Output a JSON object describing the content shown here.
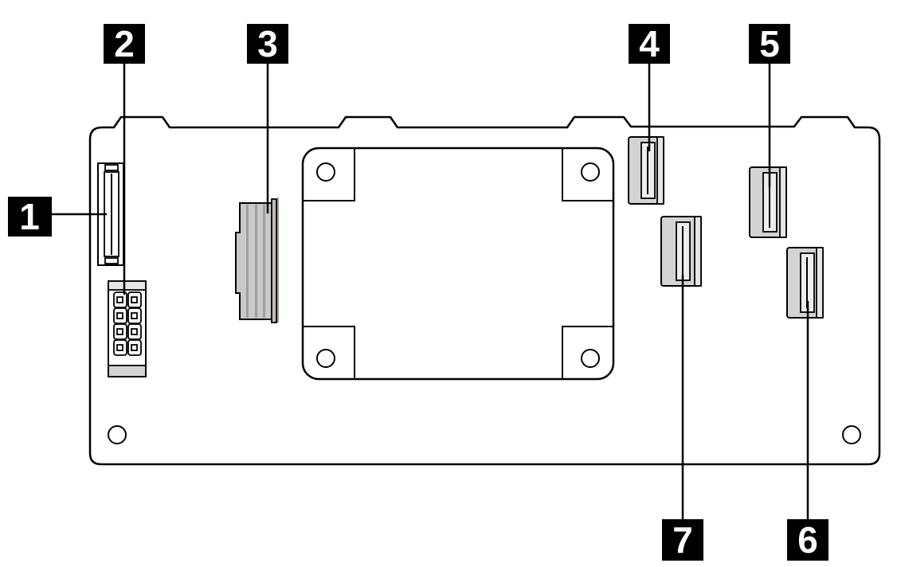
{
  "callouts": [
    {
      "label": "1"
    },
    {
      "label": "2"
    },
    {
      "label": "3"
    },
    {
      "label": "4"
    },
    {
      "label": "5"
    },
    {
      "label": "6"
    },
    {
      "label": "7"
    }
  ],
  "colors": {
    "callout_fill": "#000000",
    "callout_text": "#ffffff",
    "board_fill": "#ffffff",
    "line": "#000000",
    "connector_fill": "#d3d3d3",
    "connector_slot": "#eeeeee",
    "connector_accent": "#8c6e5c"
  }
}
